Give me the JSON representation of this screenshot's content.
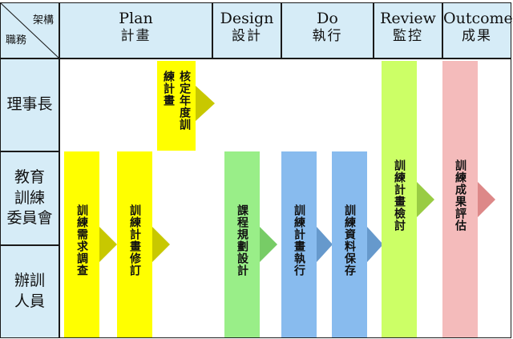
{
  "corner": {
    "top_label": "架構",
    "bottom_label": "職務"
  },
  "phases": [
    {
      "en": "Plan",
      "zh": "計畫"
    },
    {
      "en": "Design",
      "zh": "設計"
    },
    {
      "en": "Do",
      "zh": "執行"
    },
    {
      "en": "Review",
      "zh": "監控"
    },
    {
      "en": "Outcome",
      "zh": "成果"
    }
  ],
  "roles": [
    "理事長",
    "教育\n訓練\n委員會",
    "辦訓\n人員"
  ],
  "steps": [
    {
      "label": "核定年度訓練計畫",
      "color": "#ffff00"
    },
    {
      "label": "訓練需求調查",
      "color": "#ffff00"
    },
    {
      "label": "訓練計畫修訂",
      "color": "#ffff00"
    },
    {
      "label": "課程規劃設計",
      "color": "#99ee88"
    },
    {
      "label": "訓練計畫執行",
      "color": "#88bbee"
    },
    {
      "label": "訓練資料保存",
      "color": "#88bbee"
    },
    {
      "label": "訓練計畫檢討",
      "color": "#ccff66"
    },
    {
      "label": "訓練成果評估",
      "color": "#f4bbbb"
    }
  ]
}
